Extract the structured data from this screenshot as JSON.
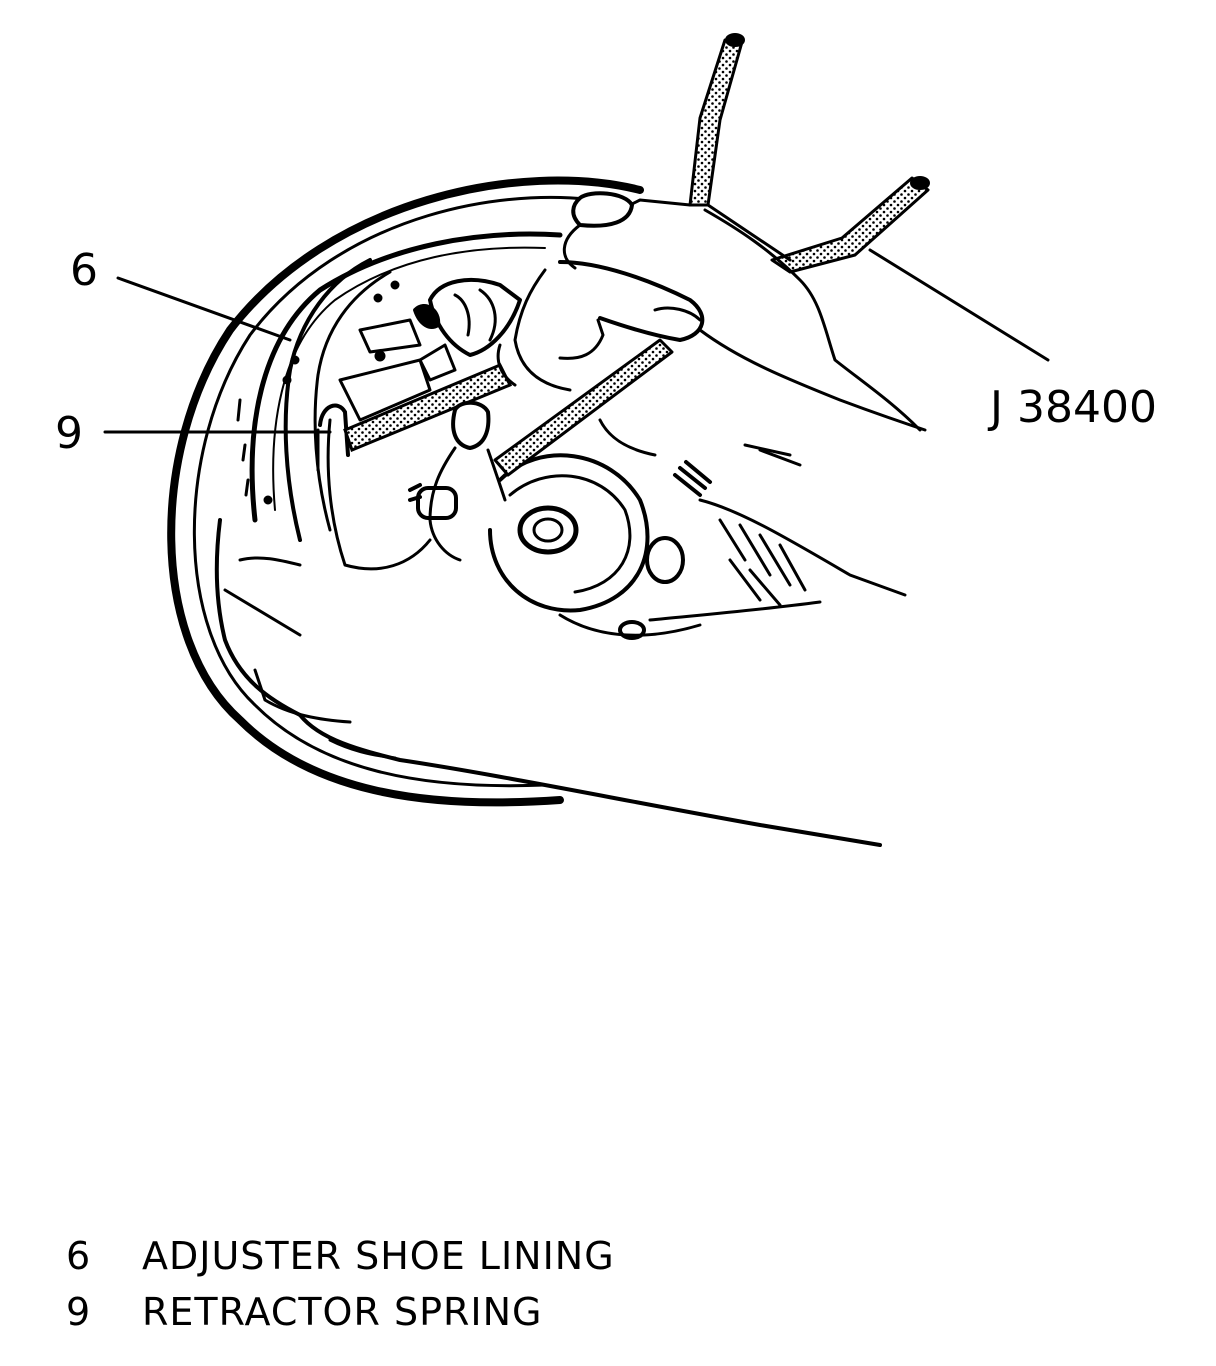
{
  "callouts": [
    {
      "id": "6",
      "label": "6"
    },
    {
      "id": "9",
      "label": "9"
    },
    {
      "id": "tool",
      "label": "J 38400"
    }
  ],
  "legend": [
    {
      "number": "6",
      "text": "ADJUSTER SHOE LINING"
    },
    {
      "number": "9",
      "text": "RETRACTOR SPRING"
    }
  ],
  "colors": {
    "ink": "#000000",
    "paper": "#ffffff"
  }
}
